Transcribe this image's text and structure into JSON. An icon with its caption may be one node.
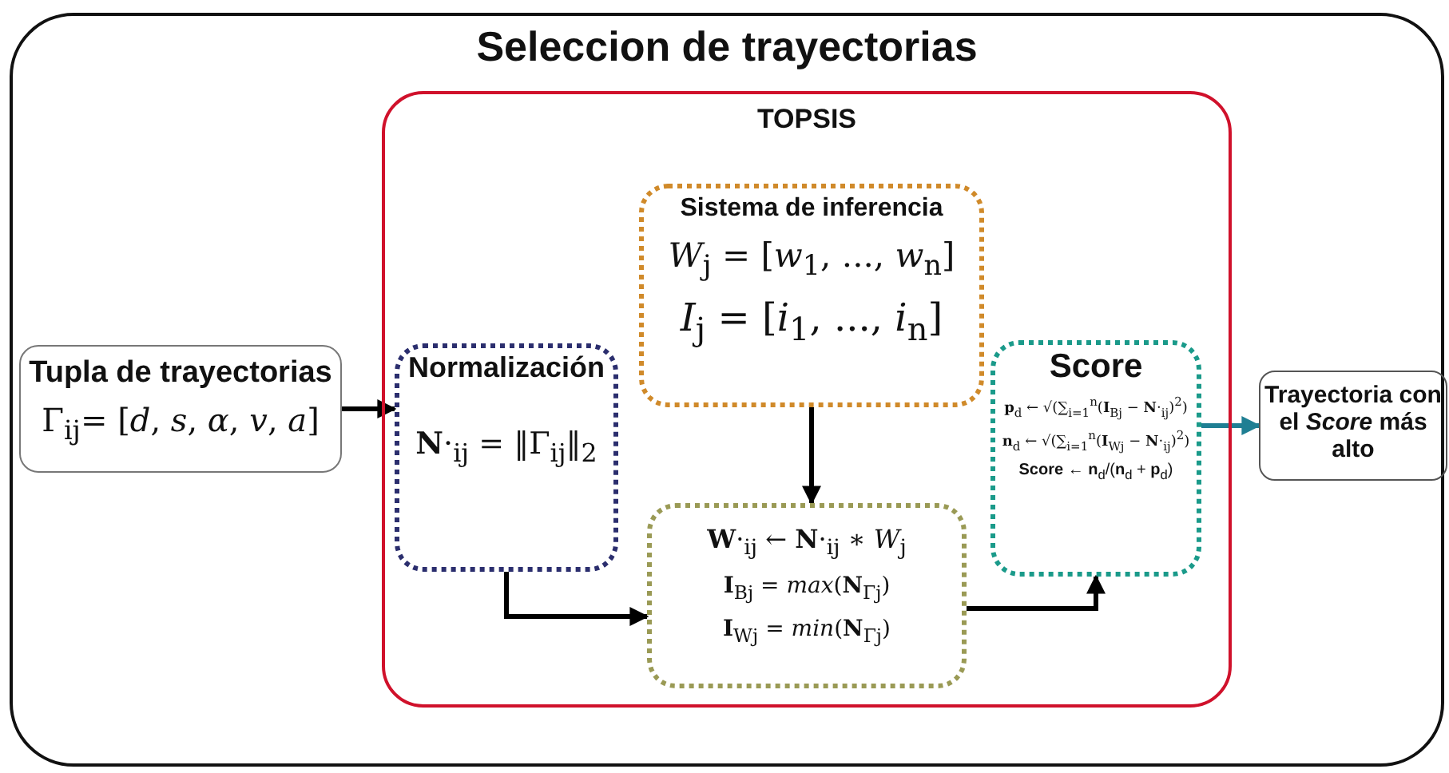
{
  "diagram": {
    "nodes": [
      {
        "text": [
          "Seleccion de trayectorias"
        ]
      },
      {
        "text": [
          "Tupla de trayectorias",
          "Γ$_{ij}$= [*d*, *s*, *α*, *v*, *a*]"
        ],
        "in": 0
      },
      {
        "text": [
          "TOPSIS"
        ],
        "in": 0
      },
      {
        "text": [
          "Normalización",
          "**N**·$_{ij}$ = ‖Γ$_{ij}$‖$_{2}$"
        ],
        "in": 2
      },
      {
        "text": [
          "Sistema de inferencia",
          "*W*$_{j}$ = [*w*$_{1}$, ..., *w*$_{n}$]",
          "*I*$_{j}$ = [*i*$_{1}$, ..., *i*$_{n}$]"
        ],
        "in": 2
      },
      {
        "text": [
          "**W**·$_{ij}$ ← **N**·$_{ij}$ ∗ *W*$_{j}$",
          "**I**$_{Bj}$ = *max*(**N**$_{Γj}$)",
          "**I**$_{Wj}$ = *min*(**N**$_{Γj}$)"
        ],
        "in": 2
      },
      {
        "text": [
          "Score",
          "**p**$_{d}$ ← √(∑$_{i=1}$$^{n}$(**I**$_{Bj}$ − **N**·$_{ij}$)$^{2}$)",
          "**n**$_{d}$ ← √(∑$_{i=1}$$^{n}$(**I**$_{Wj}$ − **N**·$_{ij}$)$^{2}$)",
          "**Score** ← **n**$_{d}$/(**n**$_{d}$ + **p**$_{d}$)"
        ],
        "in": 2
      },
      {
        "text": [
          "Trayectoria con el *Score* más alto"
        ],
        "in": 0
      }
    ],
    "edges": [
      {
        "from": 1,
        "to": 3,
        "arrow": "to"
      },
      {
        "from": 3,
        "to": 5,
        "arrow": "to"
      },
      {
        "from": 4,
        "to": 5,
        "arrow": "to"
      },
      {
        "from": 5,
        "to": 6,
        "arrow": "to"
      },
      {
        "from": 6,
        "to": 7,
        "arrow": "to",
        "color": "#1f7f93"
      }
    ]
  }
}
